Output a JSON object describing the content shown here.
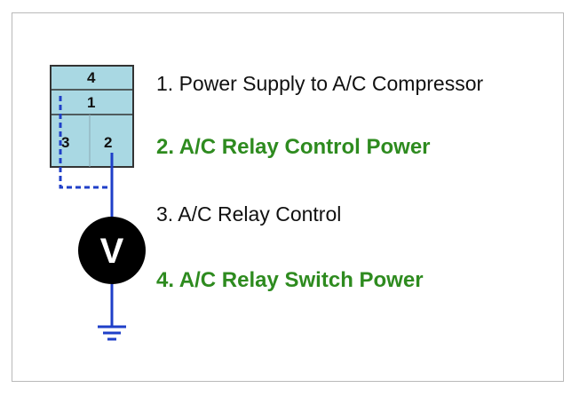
{
  "connector": {
    "pins": [
      "4",
      "1",
      "3",
      "2"
    ]
  },
  "meter": {
    "letter": "V"
  },
  "legend": [
    {
      "text": "1. Power Supply to A/C Compressor",
      "emphasis": false
    },
    {
      "text": "2. A/C Relay Control Power",
      "emphasis": true
    },
    {
      "text": "3. A/C Relay Control",
      "emphasis": false
    },
    {
      "text": "4. A/C Relay Switch Power",
      "emphasis": true
    }
  ],
  "colors": {
    "connector_fill": "#a9d8e3",
    "connector_border": "#333333",
    "wire": "#1f3fc8",
    "meter_body": "#000000",
    "highlight_text": "#2e8b1f",
    "normal_text": "#111111",
    "ground": "#1f3fc8"
  },
  "icons": {
    "meter": "voltmeter-icon",
    "ground": "ground-symbol-icon"
  }
}
